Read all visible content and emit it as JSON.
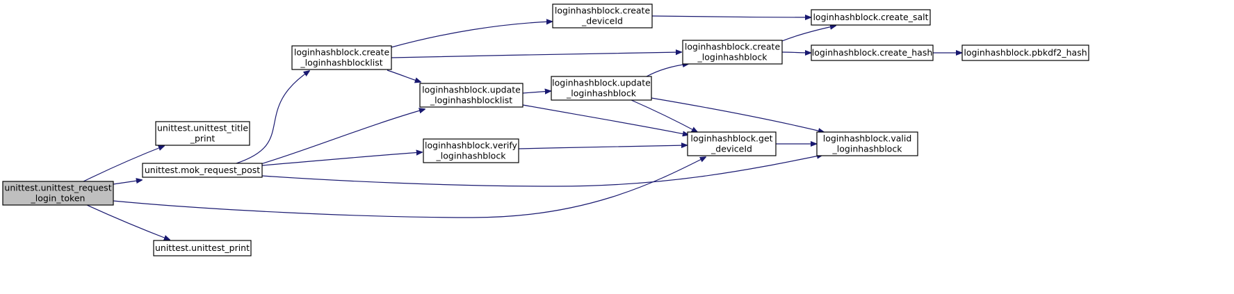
{
  "diagram": {
    "nodes": [
      {
        "id": "root",
        "lines": [
          "unittest.unittest_request",
          "_login_token"
        ],
        "root": true
      },
      {
        "id": "title_print",
        "lines": [
          "unittest.unittest_title",
          "_print"
        ]
      },
      {
        "id": "mok",
        "lines": [
          "unittest.mok_request_post"
        ]
      },
      {
        "id": "uprint",
        "lines": [
          "unittest.unittest_print"
        ]
      },
      {
        "id": "create_list",
        "lines": [
          "loginhashblock.create",
          "_loginhashblocklist"
        ]
      },
      {
        "id": "update_list",
        "lines": [
          "loginhashblock.update",
          "_loginhashblocklist"
        ]
      },
      {
        "id": "verify",
        "lines": [
          "loginhashblock.verify",
          "_loginhashblock"
        ]
      },
      {
        "id": "create_devid",
        "lines": [
          "loginhashblock.create",
          "_deviceId"
        ]
      },
      {
        "id": "update_lhb",
        "lines": [
          "loginhashblock.update",
          "_loginhashblock"
        ]
      },
      {
        "id": "create_lhb",
        "lines": [
          "loginhashblock.create",
          "_loginhashblock"
        ]
      },
      {
        "id": "get_devid",
        "lines": [
          "loginhashblock.get",
          "_deviceId"
        ]
      },
      {
        "id": "salt",
        "lines": [
          "loginhashblock.create_salt"
        ]
      },
      {
        "id": "hash",
        "lines": [
          "loginhashblock.create_hash"
        ]
      },
      {
        "id": "valid",
        "lines": [
          "loginhashblock.valid",
          "_loginhashblock"
        ]
      },
      {
        "id": "pbkdf2",
        "lines": [
          "loginhashblock.pbkdf2_hash"
        ]
      }
    ],
    "edges": [
      {
        "from": "root",
        "to": "title_print"
      },
      {
        "from": "root",
        "to": "mok"
      },
      {
        "from": "root",
        "to": "uprint"
      },
      {
        "from": "root",
        "to": "get_devid"
      },
      {
        "from": "mok",
        "to": "create_list"
      },
      {
        "from": "mok",
        "to": "update_list"
      },
      {
        "from": "mok",
        "to": "verify"
      },
      {
        "from": "mok",
        "to": "valid"
      },
      {
        "from": "create_list",
        "to": "create_devid"
      },
      {
        "from": "create_list",
        "to": "create_lhb"
      },
      {
        "from": "create_list",
        "to": "update_list"
      },
      {
        "from": "update_list",
        "to": "update_lhb"
      },
      {
        "from": "update_list",
        "to": "get_devid"
      },
      {
        "from": "verify",
        "to": "get_devid"
      },
      {
        "from": "create_devid",
        "to": "salt"
      },
      {
        "from": "update_lhb",
        "to": "create_lhb"
      },
      {
        "from": "update_lhb",
        "to": "get_devid"
      },
      {
        "from": "update_lhb",
        "to": "valid"
      },
      {
        "from": "create_lhb",
        "to": "salt"
      },
      {
        "from": "create_lhb",
        "to": "hash"
      },
      {
        "from": "get_devid",
        "to": "valid"
      },
      {
        "from": "hash",
        "to": "pbkdf2"
      }
    ],
    "colors": {
      "edge": "#191970",
      "root_fill": "#bfbfbf",
      "node_fill": "#ffffff",
      "node_border": "#000000"
    }
  }
}
